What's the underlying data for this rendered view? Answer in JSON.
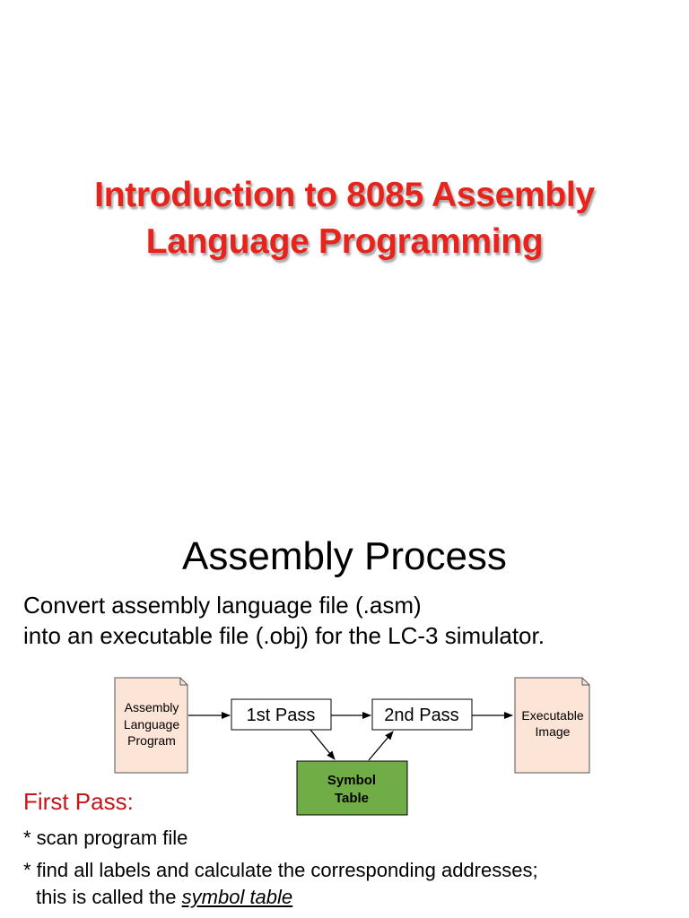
{
  "title_slide": {
    "line1": "Introduction to 8085 Assembly",
    "line2": "Language Programming",
    "color": "#e8231b"
  },
  "assembly_slide": {
    "heading": "Assembly Process",
    "intro_line1": "Convert assembly language file (.asm)",
    "intro_line2": "into an executable file (.obj) for the LC-3 simulator.",
    "diagram": {
      "source_doc": [
        "Assembly",
        "Language",
        "Program"
      ],
      "pass1": "1st Pass",
      "pass2": "2nd Pass",
      "symbol_table": [
        "Symbol",
        "Table"
      ],
      "output_doc": [
        "Executable",
        "Image"
      ],
      "doc_fill": "#fce4d6",
      "table_fill": "#70ad47"
    },
    "first_pass_label": "First Pass:",
    "first_pass_color": "#c8151b",
    "bullet1": "* scan program file",
    "bullet2": "* find all labels and calculate the corresponding addresses;",
    "bullet2_cont_prefix": "this is called the ",
    "bullet2_cont_emph": "symbol table"
  }
}
